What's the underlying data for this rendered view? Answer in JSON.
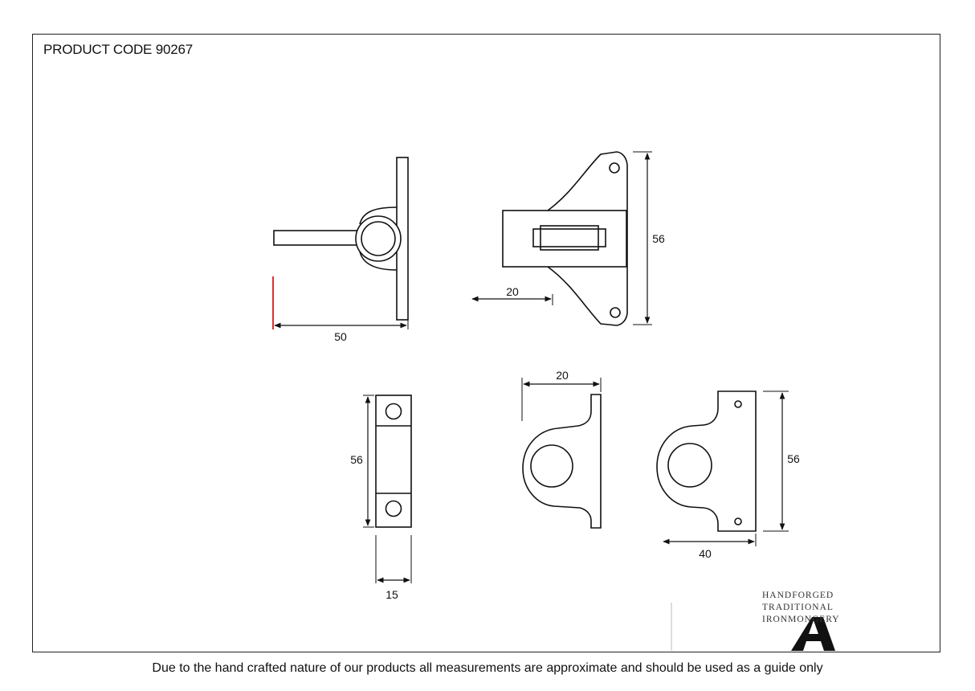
{
  "product_code": "PRODUCT CODE 90267",
  "disclaimer": "Due to the hand crafted nature of our products all measurements are approximate and should be used as a guide only",
  "logo": {
    "line1": "HANDFORGED",
    "line2": "TRADITIONAL",
    "line3": "IRONMONGERY",
    "mark": "A"
  },
  "dimensions": {
    "side_length": "50",
    "front_height": "56",
    "front_projection": "20",
    "keep_front_height": "56",
    "keep_front_width": "15",
    "keep_side_projection": "20",
    "keep_back_height": "56",
    "keep_back_width": "40"
  }
}
